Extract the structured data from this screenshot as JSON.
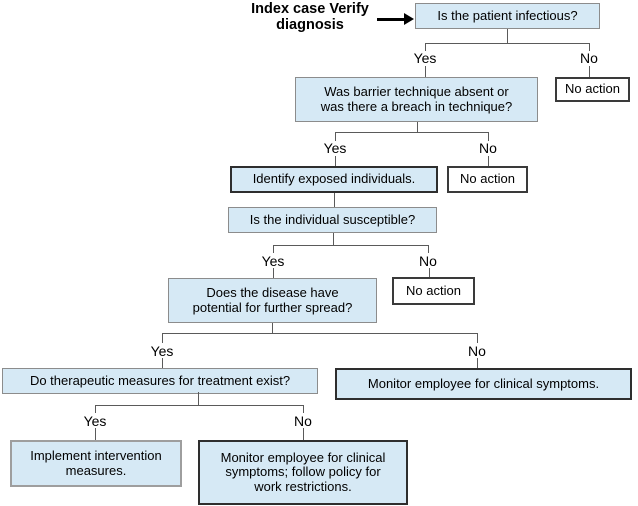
{
  "diagram": {
    "start_label": {
      "line1": "Index case",
      "line2": "Verify diagnosis"
    },
    "branch": {
      "yes": "Yes",
      "no": "No"
    },
    "nodes": {
      "q_infectious": {
        "label": "Is the patient infectious?"
      },
      "no_action_1": {
        "label": "No action"
      },
      "q_barrier": {
        "lines": [
          "Was barrier technique absent or",
          "was there a breach in technique?"
        ]
      },
      "identify_exposed": {
        "label": "Identify exposed individuals."
      },
      "no_action_2": {
        "label": "No action"
      },
      "q_susceptible": {
        "label": "Is the individual susceptible?"
      },
      "no_action_3": {
        "label": "No action"
      },
      "q_spread": {
        "lines": [
          "Does the disease have",
          "potential for further spread?"
        ]
      },
      "q_therapeutic": {
        "label": "Do therapeutic measures for treatment exist?"
      },
      "monitor_symptoms": {
        "label": "Monitor employee for clinical symptoms."
      },
      "implement_measures": {
        "lines": [
          "Implement intervention",
          "measures."
        ]
      },
      "monitor_restrictions": {
        "lines": [
          "Monitor employee for clinical",
          "symptoms; follow policy for",
          "work restrictions."
        ]
      }
    },
    "colors": {
      "node_fill": "#d6e9f5",
      "outcome_fill": "#ffffff",
      "border_light": "#8c8c8c",
      "border_dark": "#3a3a3a",
      "connector": "#5a5a5a"
    }
  }
}
